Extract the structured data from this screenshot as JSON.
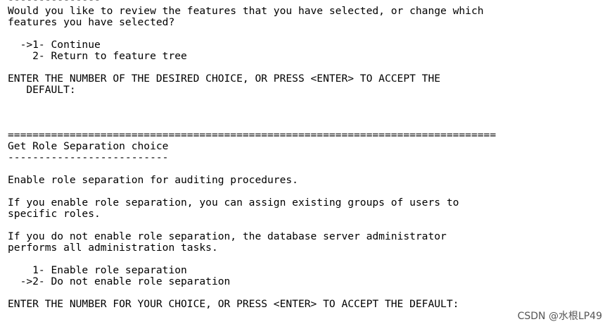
{
  "terminal": {
    "lines": [
      "---------------",
      "Would you like to review the features that you have selected, or change which",
      "features you have selected?",
      "",
      "  ->1- Continue",
      "    2- Return to feature tree",
      "",
      "ENTER THE NUMBER OF THE DESIRED CHOICE, OR PRESS <ENTER> TO ACCEPT THE",
      "   DEFAULT:",
      "",
      "",
      "",
      "===============================================================================",
      "Get Role Separation choice",
      "--------------------------",
      "",
      "Enable role separation for auditing procedures.",
      "",
      "If you enable role separation, you can assign existing groups of users to",
      "specific roles.",
      "",
      "If you do not enable role separation, the database server administrator",
      "performs all administration tasks.",
      "",
      "    1- Enable role separation",
      "  ->2- Do not enable role separation",
      "",
      "ENTER THE NUMBER FOR YOUR CHOICE, OR PRESS <ENTER> TO ACCEPT THE DEFAULT:"
    ]
  },
  "watermark": {
    "text": "CSDN @水根LP49"
  }
}
